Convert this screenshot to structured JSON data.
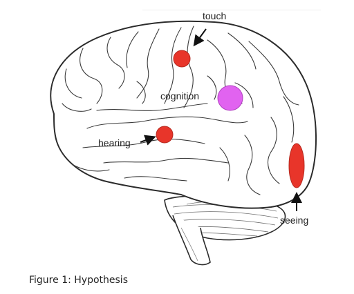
{
  "diagram": {
    "labels": {
      "touch": "touch",
      "cognition": "cognition",
      "hearing": "hearing",
      "seeing": "seeing"
    },
    "colors": {
      "sensory_region": "#e8352a",
      "cognition_region": "#e163f0",
      "outline": "#2b2b2b",
      "arrow": "#111111"
    }
  },
  "caption": "Figure 1: Hypothesis"
}
